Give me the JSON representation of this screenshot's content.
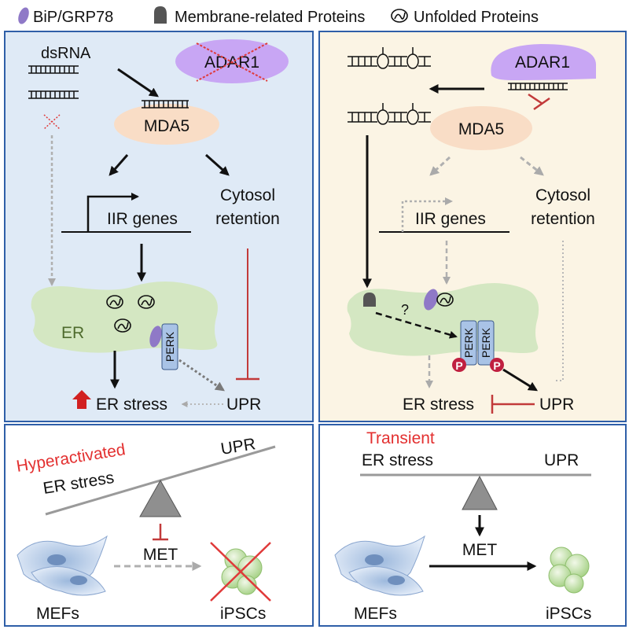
{
  "legend": {
    "bip_label": "BiP/GRP78",
    "membrane_label": "Membrane-related Proteins",
    "unfolded_label": "Unfolded Proteins"
  },
  "left_panel": {
    "dsrna_label": "dsRNA",
    "adar1_label": "ADAR1",
    "mda5_label": "MDA5",
    "iir_label": "IIR genes",
    "cytosol_line1": "Cytosol",
    "cytosol_line2": "retention",
    "er_label": "ER",
    "perk_label": "PERK",
    "er_stress_label": "ER stress",
    "upr_label": "UPR"
  },
  "right_panel": {
    "adar1_label": "ADAR1",
    "mda5_label": "MDA5",
    "iir_label": "IIR genes",
    "cytosol_line1": "Cytosol",
    "cytosol_line2": "retention",
    "question_label": "?",
    "perk_label": "PERK",
    "phospho_label": "P",
    "er_stress_label": "ER stress",
    "upr_label": "UPR"
  },
  "bottom_left": {
    "hyper_label": "Hyperactivated",
    "er_stress_label": "ER stress",
    "upr_label": "UPR",
    "met_label": "MET",
    "mefs_label": "MEFs",
    "ipscs_label": "iPSCs"
  },
  "bottom_right": {
    "transient_label": "Transient",
    "er_stress_label": "ER stress",
    "upr_label": "UPR",
    "met_label": "MET",
    "mefs_label": "MEFs",
    "ipscs_label": "iPSCs"
  },
  "colors": {
    "left_bg": "#dfeaf6",
    "right_bg": "#fbf4e4",
    "border": "#2f5fa8",
    "adar1": "#c8a6f4",
    "mda5": "#f9ddc6",
    "er": "#d4e7c2",
    "perk": "#a9c3e6",
    "bip": "#8f79c7",
    "inhibit_red": "#c23a3a",
    "cross_red": "#e03a3a",
    "dashed_grey": "#b0b0b0",
    "hyper_red": "#e33030",
    "cell_green": "#b8d99a"
  }
}
